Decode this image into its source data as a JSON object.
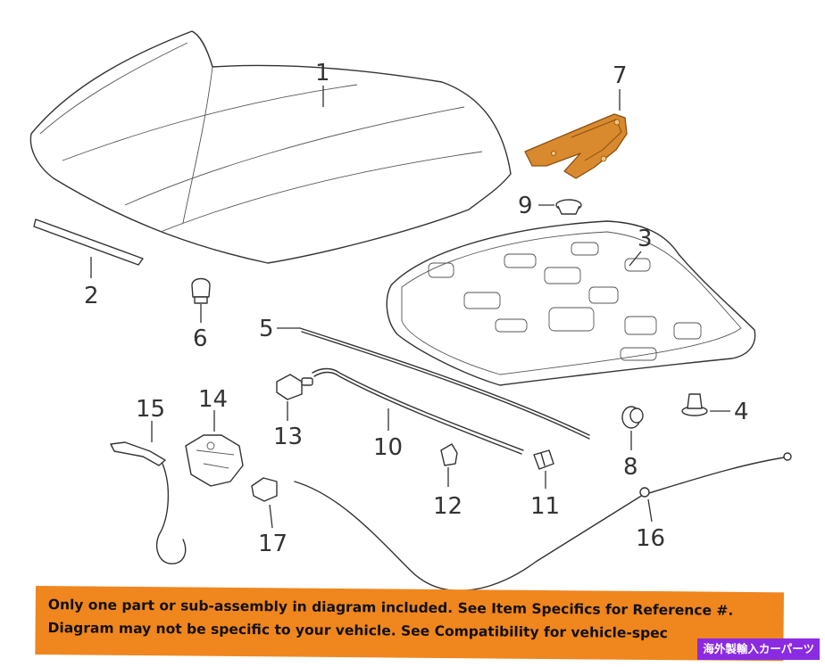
{
  "diagram": {
    "callouts": {
      "c1": "1",
      "c2": "2",
      "c3": "3",
      "c4": "4",
      "c5": "5",
      "c6": "6",
      "c7": "7",
      "c8": "8",
      "c9": "9",
      "c10": "10",
      "c11": "11",
      "c12": "12",
      "c13": "13",
      "c14": "14",
      "c15": "15",
      "c16": "16",
      "c17": "17"
    },
    "highlight_color": "#d98a2e",
    "line_color": "#333333"
  },
  "banner": {
    "line1": "Only one part or sub-assembly in diagram included. See Item Specifics for Reference #.",
    "line2": "Diagram may not be specific to your vehicle. See Compatibility for vehicle-spec",
    "background": "#f0861e"
  },
  "watermark": {
    "text": "海外製輸入カーパーツ",
    "background": "#8a2be2"
  }
}
